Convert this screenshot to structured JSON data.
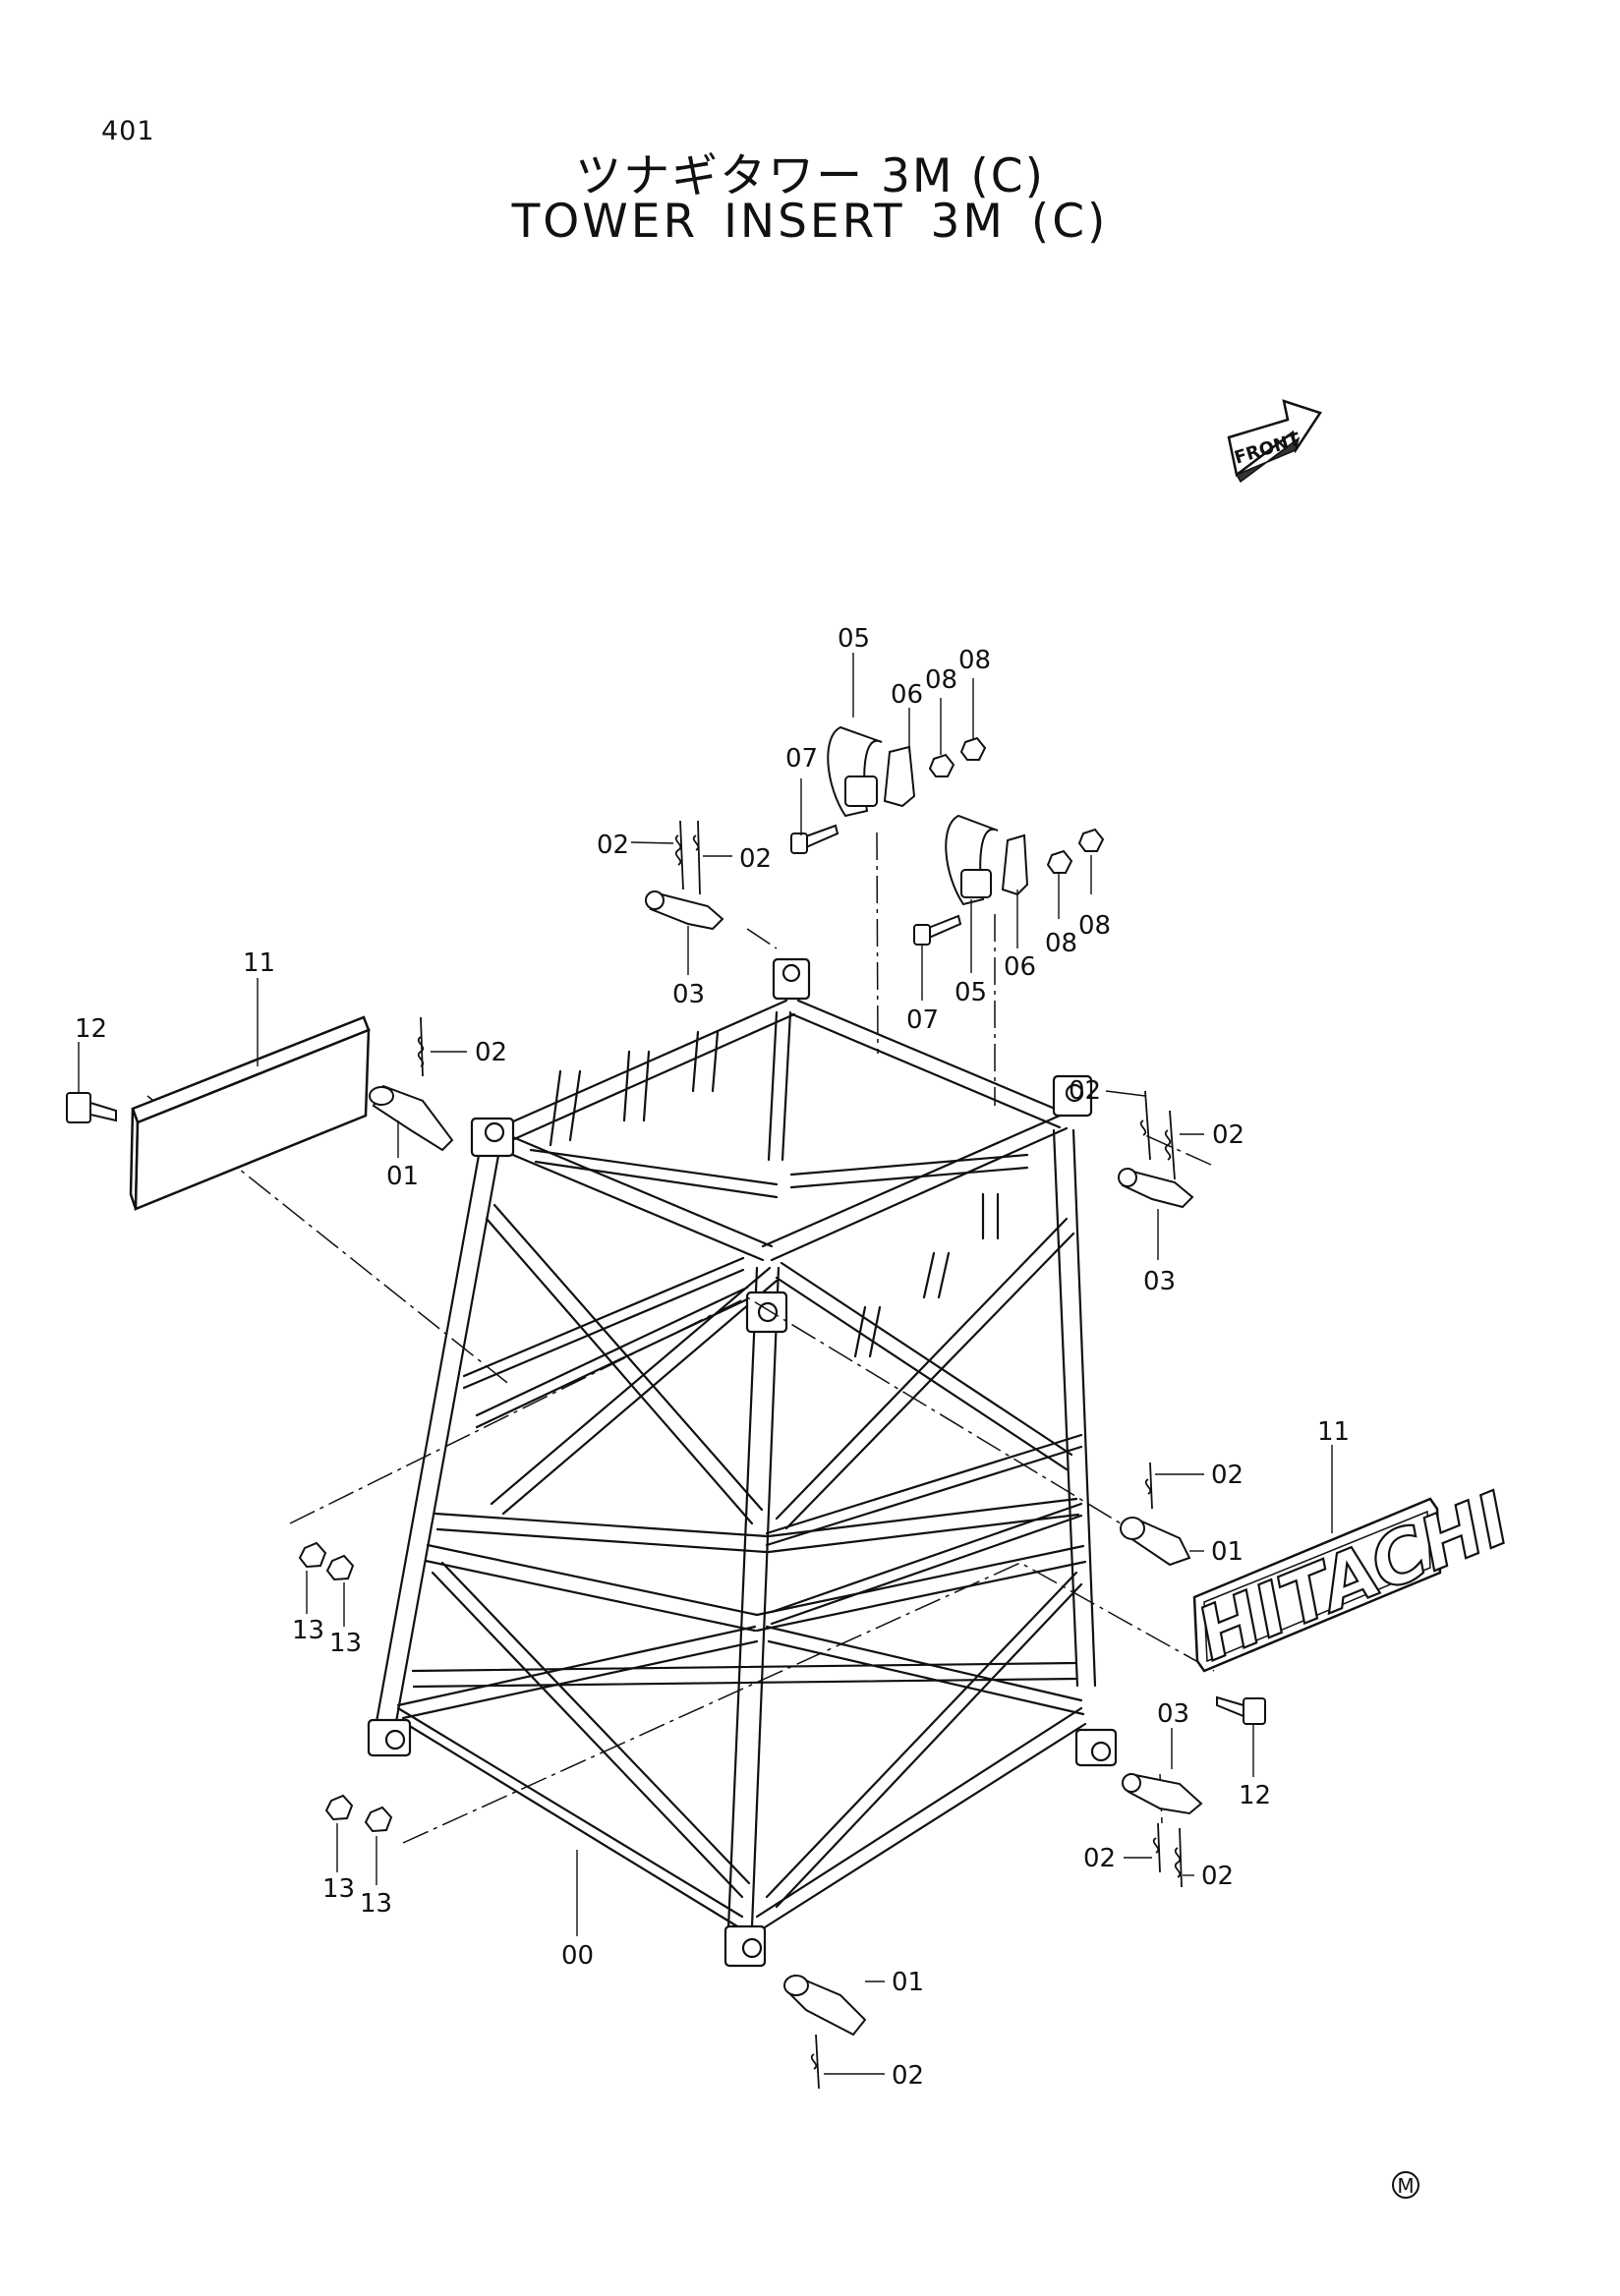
{
  "page_number": "401",
  "title_jp": "ツナギタワー 3M (C)",
  "title_en": "TOWER INSERT 3M (C)",
  "front_arrow_label": "FRONT",
  "nameplate_text": "HITACHI",
  "corner_mark": "M",
  "callouts": [
    "05",
    "08",
    "06",
    "08",
    "07",
    "02",
    "02",
    "08",
    "08",
    "06",
    "05",
    "07",
    "03",
    "11",
    "12",
    "02",
    "01",
    "02",
    "02",
    "03",
    "02",
    "01",
    "11",
    "12",
    "13",
    "13",
    "03",
    "02",
    "02",
    "13",
    "13",
    "00",
    "01",
    "02"
  ]
}
